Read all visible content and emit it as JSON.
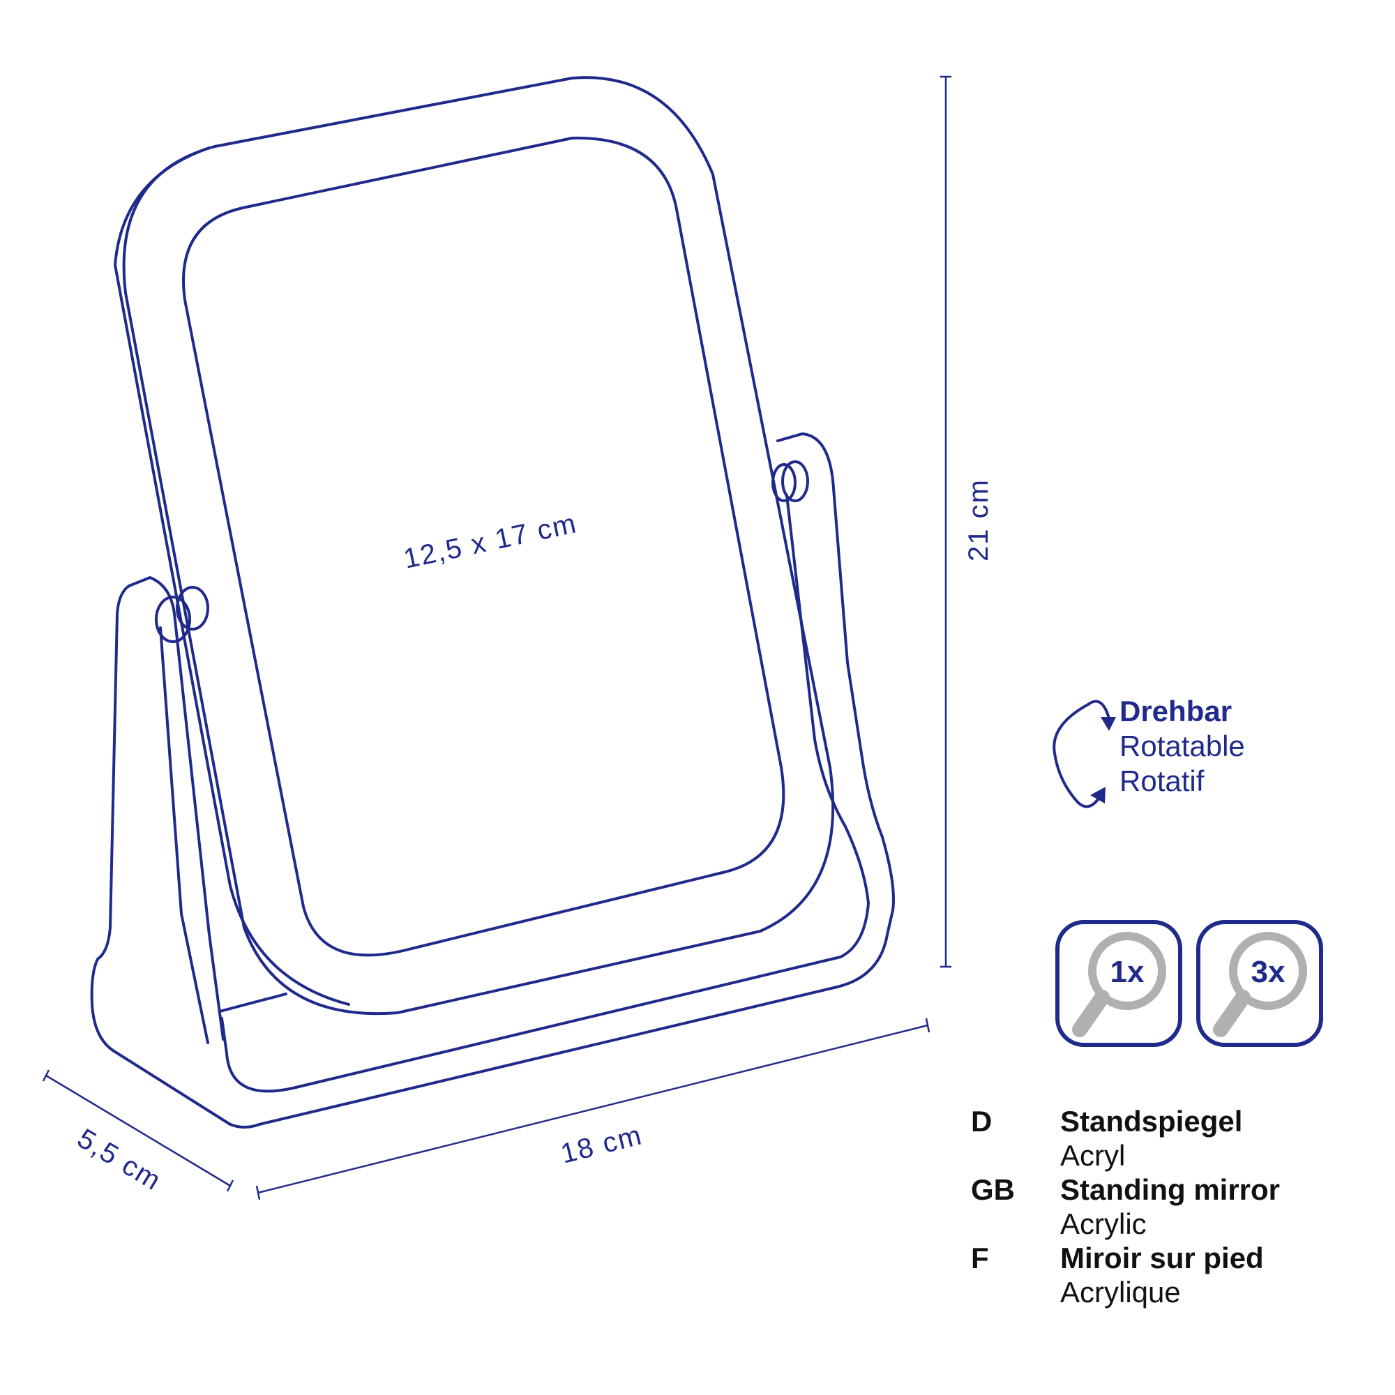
{
  "dimensions": {
    "height": "21 cm",
    "width": "18 cm",
    "depth": "5,5 cm",
    "mirror_area": "12,5 x 17 cm"
  },
  "feature": {
    "lines": [
      "Drehbar",
      "Rotatable",
      "Rotatif"
    ],
    "icon": "rotate-arrows-icon"
  },
  "magnification": {
    "badges": [
      "1x",
      "3x"
    ],
    "icon": "magnifier-icon"
  },
  "legend": [
    {
      "code": "D",
      "name": "Standspiegel",
      "material": "Acryl"
    },
    {
      "code": "GB",
      "name": "Standing mirror",
      "material": "Acrylic"
    },
    {
      "code": "F",
      "name": "Miroir sur pied",
      "material": "Acrylique"
    }
  ],
  "colors": {
    "line": "#1f2a8a",
    "magnifier_gray": "#b0b0b0",
    "text": "#111111"
  }
}
